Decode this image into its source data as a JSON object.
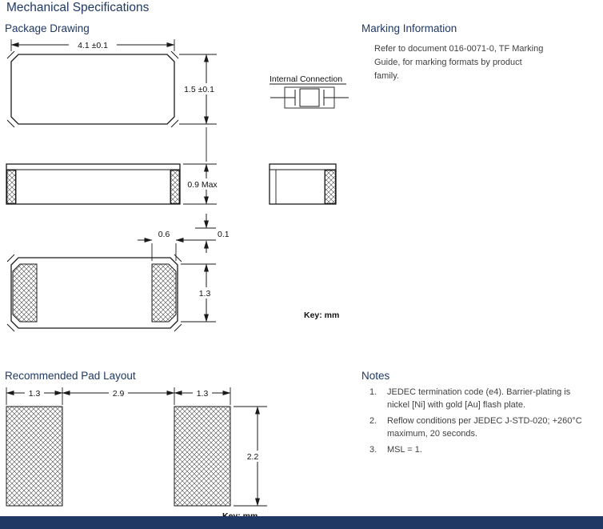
{
  "title": "Mechanical Specifications",
  "package_drawing": {
    "heading": "Package Drawing",
    "internal_connection_label": "Internal Connection",
    "dim_width": "4.1 ±0.1",
    "dim_height": "1.5 ±0.1",
    "dim_thickness": "0.9 Max",
    "dim_pad_width": "0.6",
    "dim_standoff": "0.1",
    "dim_pad_length": "1.3",
    "key_label": "Key:  mm"
  },
  "marking_information": {
    "heading": "Marking Information",
    "body": "Refer to document 016-0071-0, TF Marking Guide, for marking formats by product family."
  },
  "pad_layout": {
    "heading": "Recommended Pad Layout",
    "dim_left_pad": "1.3",
    "dim_center": "2.9",
    "dim_right_pad": "1.3",
    "dim_pad_height": "2.2",
    "key_label": "Key:  mm"
  },
  "notes": {
    "heading": "Notes",
    "items": [
      {
        "num": "1.",
        "text": "JEDEC termination code (e4).  Barrier-plating is nickel [Ni] with gold [Au] flash plate."
      },
      {
        "num": "2.",
        "text": "Reflow conditions per JEDEC J-STD-020; +260°C maximum, 20 seconds."
      },
      {
        "num": "3.",
        "text": "MSL = 1."
      }
    ]
  },
  "colors": {
    "heading": "#1f3864",
    "body_text": "#3f3f3f",
    "footer_bar": "#1f3864"
  }
}
